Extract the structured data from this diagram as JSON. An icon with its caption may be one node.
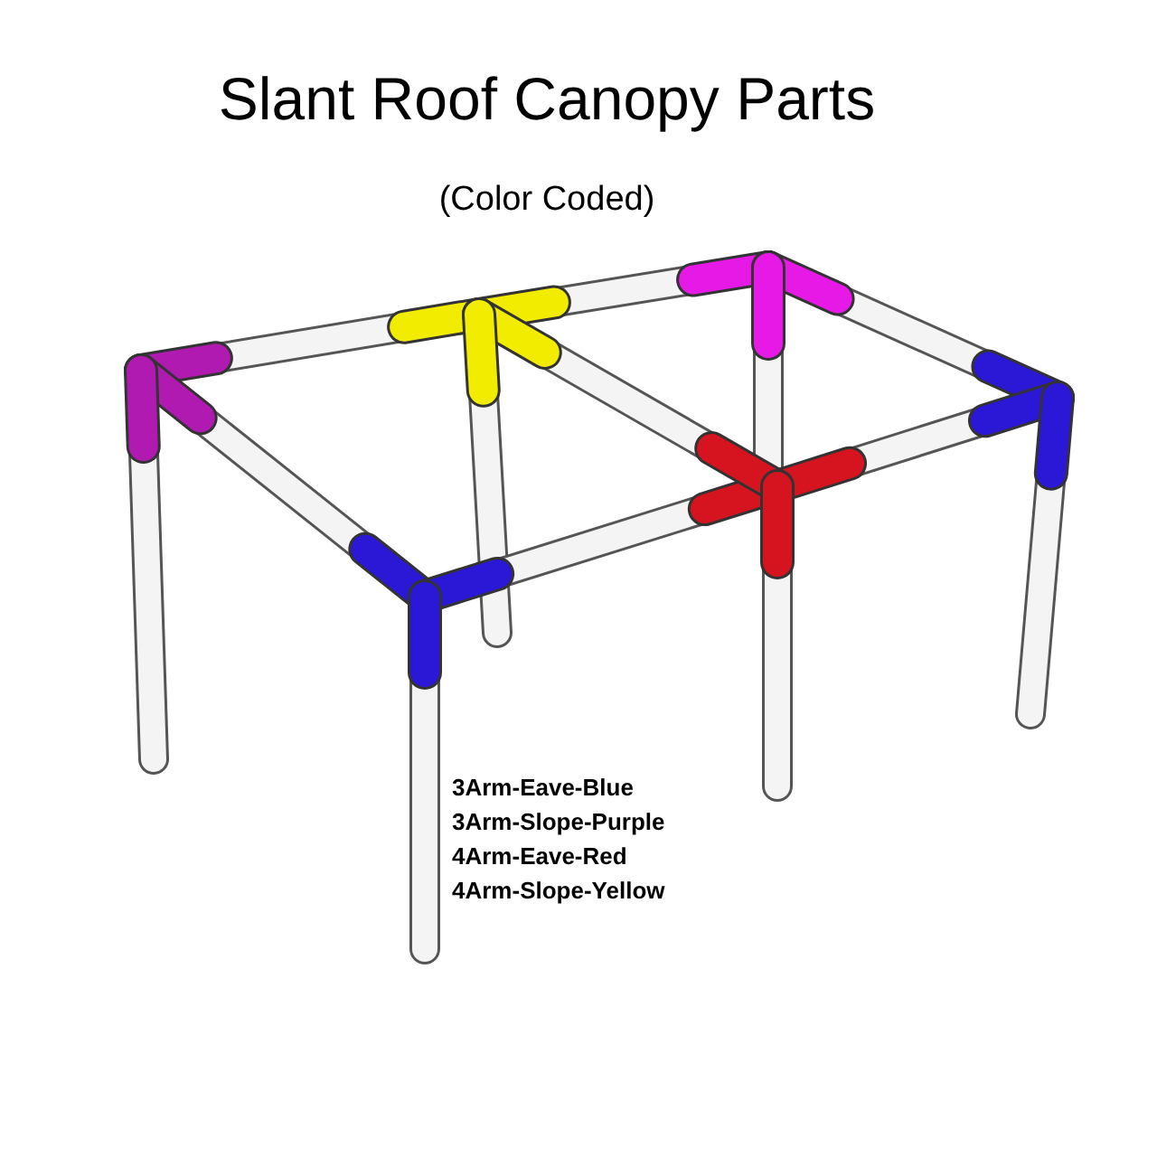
{
  "diagram": {
    "title": "Slant Roof Canopy Parts",
    "labels": [
      "(Color Coded)",
      "3Arm-Eave-Blue",
      "3Arm-Slope-Purple",
      "4Arm-Eave-Red",
      "4Arm-Slope-Yellow"
    ]
  }
}
